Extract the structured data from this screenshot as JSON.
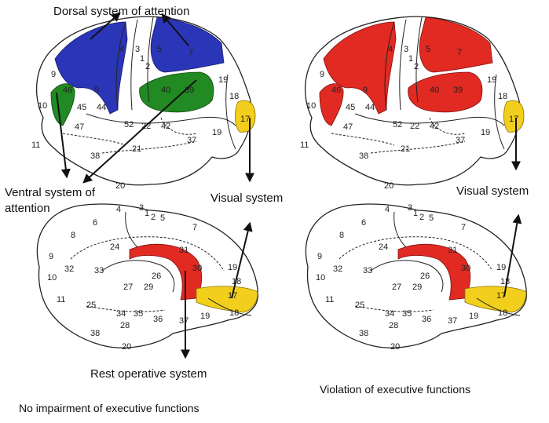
{
  "colors": {
    "dorsal": "#2b35b8",
    "ventral": "#228a22",
    "visual": "#f2cf1c",
    "violation": "#e12a22",
    "rest": "#e12a22",
    "outline": "#222222"
  },
  "labels": {
    "dorsal_system": "Dorsal system of attention",
    "ventral_system_line1": "Ventral system of",
    "ventral_system_line2": "attention",
    "visual_system_left": "Visual system",
    "visual_system_right": "Visual system",
    "rest_operative_system": "Rest operative system",
    "violation": "Violation of executive functions",
    "no_impairment": "No impairment of executive functions"
  },
  "lateral_area_numbers": [
    "9",
    "4",
    "3",
    "1",
    "2",
    "5",
    "7",
    "9",
    "46",
    "45",
    "44",
    "10",
    "47",
    "40",
    "39",
    "19",
    "18",
    "17",
    "11",
    "52",
    "22",
    "42",
    "38",
    "21",
    "37",
    "19",
    "20"
  ],
  "medial_area_numbers": [
    "4",
    "3",
    "1",
    "2",
    "5",
    "6",
    "8",
    "7",
    "24",
    "9",
    "32",
    "33",
    "31",
    "10",
    "26",
    "27",
    "29",
    "30",
    "19",
    "18",
    "17",
    "11",
    "25",
    "34",
    "35",
    "28",
    "36",
    "37",
    "19",
    "18",
    "38",
    "20"
  ]
}
